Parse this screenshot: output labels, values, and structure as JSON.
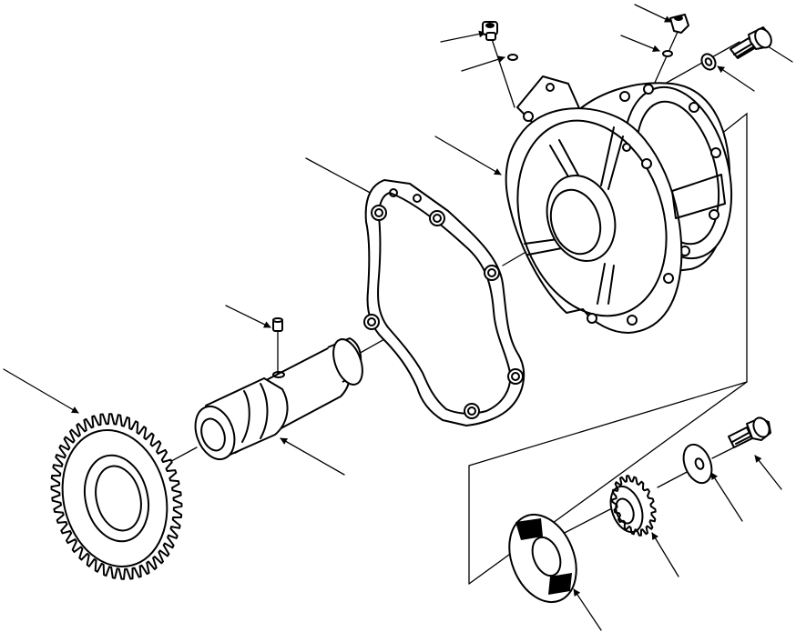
{
  "diagram": {
    "type": "exploded-parts-view",
    "line_color": "#000000",
    "background_color": "#ffffff",
    "parts": [
      {
        "id": "cover-housing",
        "callouts": 1
      },
      {
        "id": "gasket",
        "callouts": 1
      },
      {
        "id": "shaft",
        "callouts": 1
      },
      {
        "id": "set-screw",
        "callouts": 1
      },
      {
        "id": "large-gear",
        "callouts": 1
      },
      {
        "id": "plug-left",
        "callouts": 1
      },
      {
        "id": "o-ring-left",
        "callouts": 1
      },
      {
        "id": "plug-right",
        "callouts": 1
      },
      {
        "id": "o-ring-right",
        "callouts": 1
      },
      {
        "id": "top-bolt",
        "callouts": 1
      },
      {
        "id": "top-washer",
        "callouts": 1
      },
      {
        "id": "small-gear",
        "callouts": 1
      },
      {
        "id": "thrust-washer",
        "callouts": 1
      },
      {
        "id": "flat-washer",
        "callouts": 1
      },
      {
        "id": "bottom-bolt",
        "callouts": 1
      }
    ]
  }
}
